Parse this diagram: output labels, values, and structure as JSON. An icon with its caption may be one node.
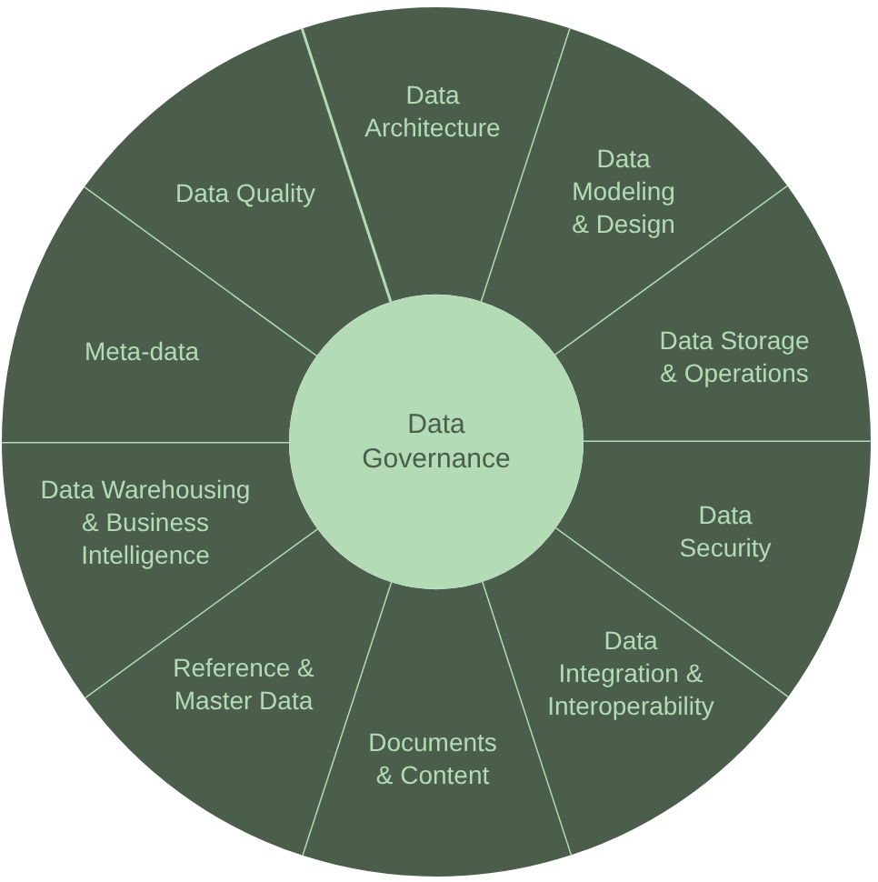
{
  "diagram": {
    "nodes": [
      {
        "text": [
          "Data Governance"
        ]
      },
      {
        "text": [
          "Data Architecture"
        ]
      },
      {
        "text": [
          "Data Modeling & Design"
        ]
      },
      {
        "text": [
          "Data Storage & Operations"
        ]
      },
      {
        "text": [
          "Data Security"
        ]
      },
      {
        "text": [
          "Data Integration & Interoperability"
        ]
      },
      {
        "text": [
          "Documents & Content"
        ]
      },
      {
        "text": [
          "Reference & Master Data"
        ]
      },
      {
        "text": [
          "Data Warehousing & Business Intelligence"
        ]
      },
      {
        "text": [
          "Meta-data"
        ]
      },
      {
        "text": [
          "Data Quality"
        ]
      }
    ]
  }
}
